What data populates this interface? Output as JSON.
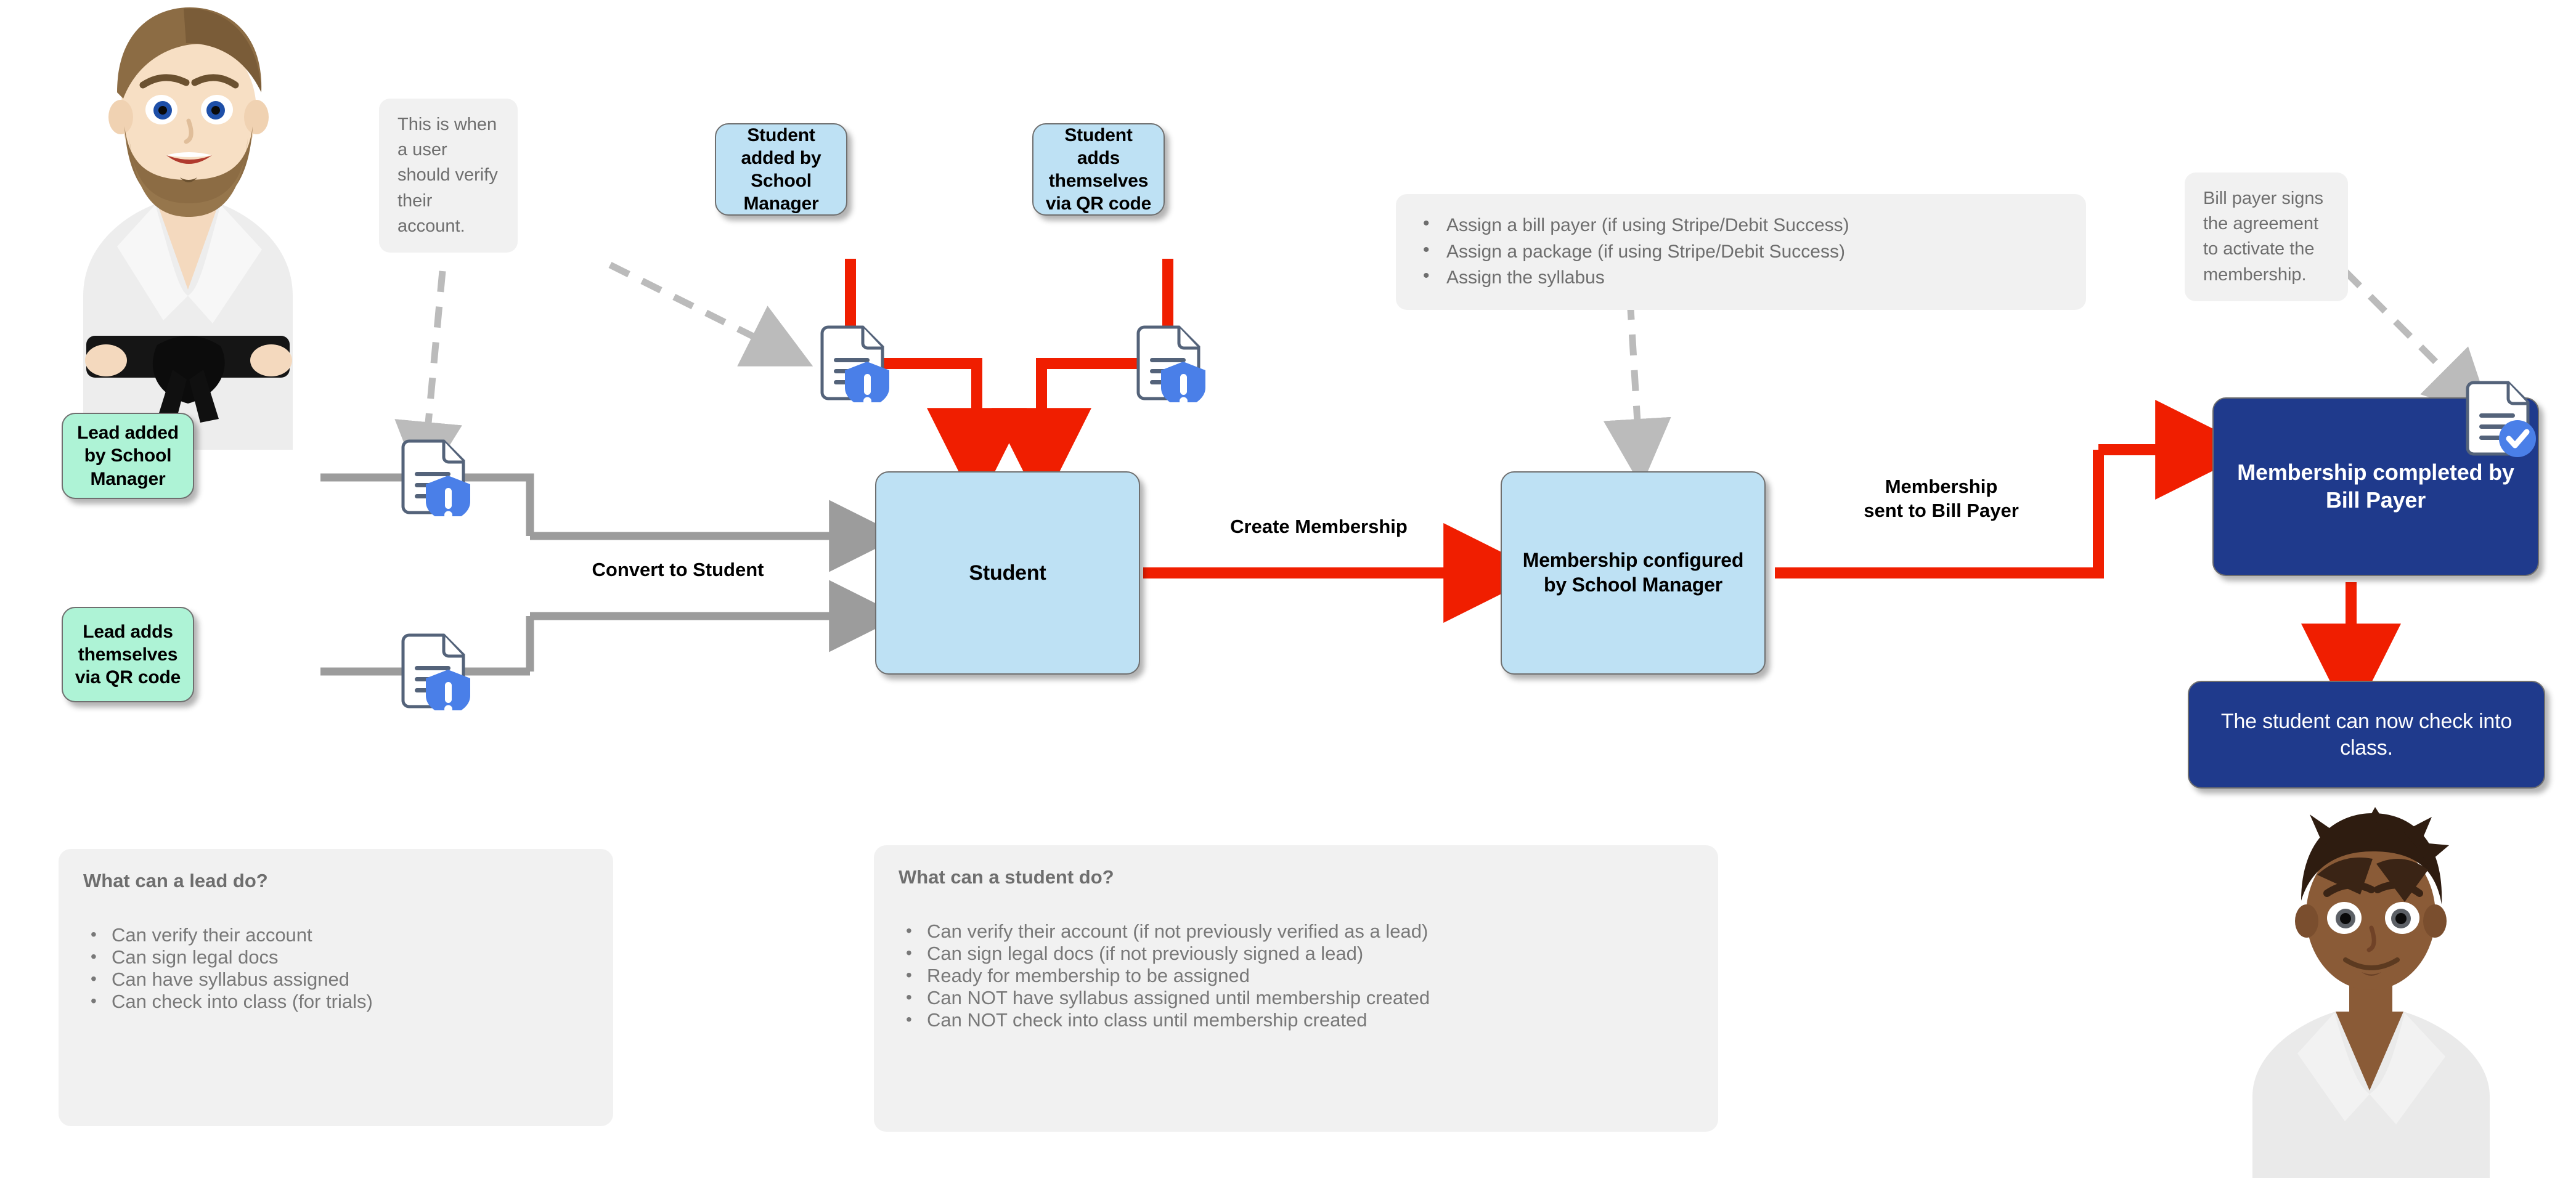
{
  "diagram": {
    "title": "Lead to Student to Membership lifecycle flow",
    "colors": {
      "lead_green": "#AEF3D6",
      "stage_blue": "#BEE1F4",
      "complete_navy": "#1F3A8C",
      "active_arrow_red": "#F01E00",
      "inactive_arrow_gray": "#9C9C9C",
      "note_bg": "#F1F1F1",
      "note_text": "#6E6E6E",
      "badge_blue": "#4A7FE8"
    }
  },
  "nodes": {
    "lead_added_by_manager": "Lead added by\nSchool Manager",
    "lead_adds_qr": "Lead adds\nthemselves via\nQR code",
    "student_added_by_manager": "Student added by\nSchool Manager",
    "student_adds_qr": "Student adds\nthemselves via\nQR code",
    "student": "Student",
    "membership_configured": "Membership\nconfigured by\nSchool Manager",
    "membership_completed": "Membership\ncompleted by\nBill Payer",
    "check_into_class": "The student can now\ncheck into class."
  },
  "edge_labels": {
    "convert_to_student": "Convert to Student",
    "create_membership": "Create Membership",
    "membership_sent": "Membership\nsent to Bill Payer"
  },
  "notes": {
    "verify_account": "This is when a user should verify their account.",
    "bill_payer_signs": "Bill payer signs the agreement to activate the membership.",
    "configure_steps": [
      "Assign a bill payer (if using Stripe/Debit Success)",
      "Assign a package (if using Stripe/Debit Success)",
      "Assign the syllabus"
    ]
  },
  "panels": {
    "lead": {
      "title": "What can a lead do?",
      "items": [
        "Can verify their account",
        "Can sign legal docs",
        "Can have syllabus assigned",
        "Can check into class (for trials)"
      ]
    },
    "student": {
      "title": "What can a student do?",
      "items": [
        "Can verify their account (if not previously verified as a lead)",
        "Can sign legal docs (if not previously signed a lead)",
        "Ready for membership to be assigned",
        "Can NOT have syllabus assigned until membership created",
        "Can NOT check into class until membership created"
      ]
    }
  },
  "icons": {
    "doc_alert": "document-alert-icon",
    "doc_verified": "document-verified-icon",
    "instructor": "instructor-avatar",
    "student_avatar": "student-avatar"
  }
}
